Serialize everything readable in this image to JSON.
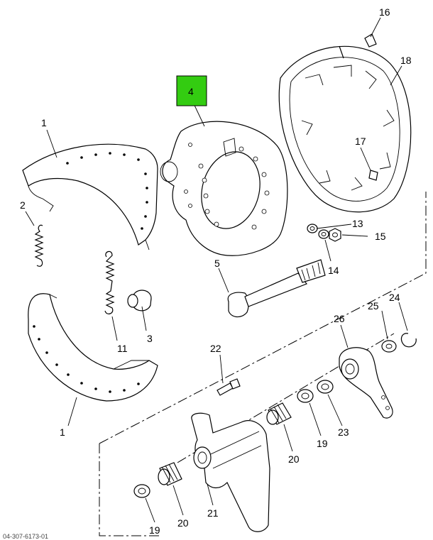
{
  "diagram": {
    "highlight_color": "#33cc11",
    "highlighted_callout": "4",
    "labels": {
      "c1_top": "1",
      "c1_bottom": "1",
      "c2": "2",
      "c3": "3",
      "c4": "4",
      "c5": "5",
      "c11": "11",
      "c13": "13",
      "c14": "14",
      "c15": "15",
      "c16": "16",
      "c17": "17",
      "c18": "18",
      "c19_right": "19",
      "c19_left": "19",
      "c20_right": "20",
      "c20_left": "20",
      "c21": "21",
      "c22": "22",
      "c23": "23",
      "c24": "24",
      "c25": "25",
      "c26": "26"
    },
    "footer_code": "04-307-6173-01"
  }
}
